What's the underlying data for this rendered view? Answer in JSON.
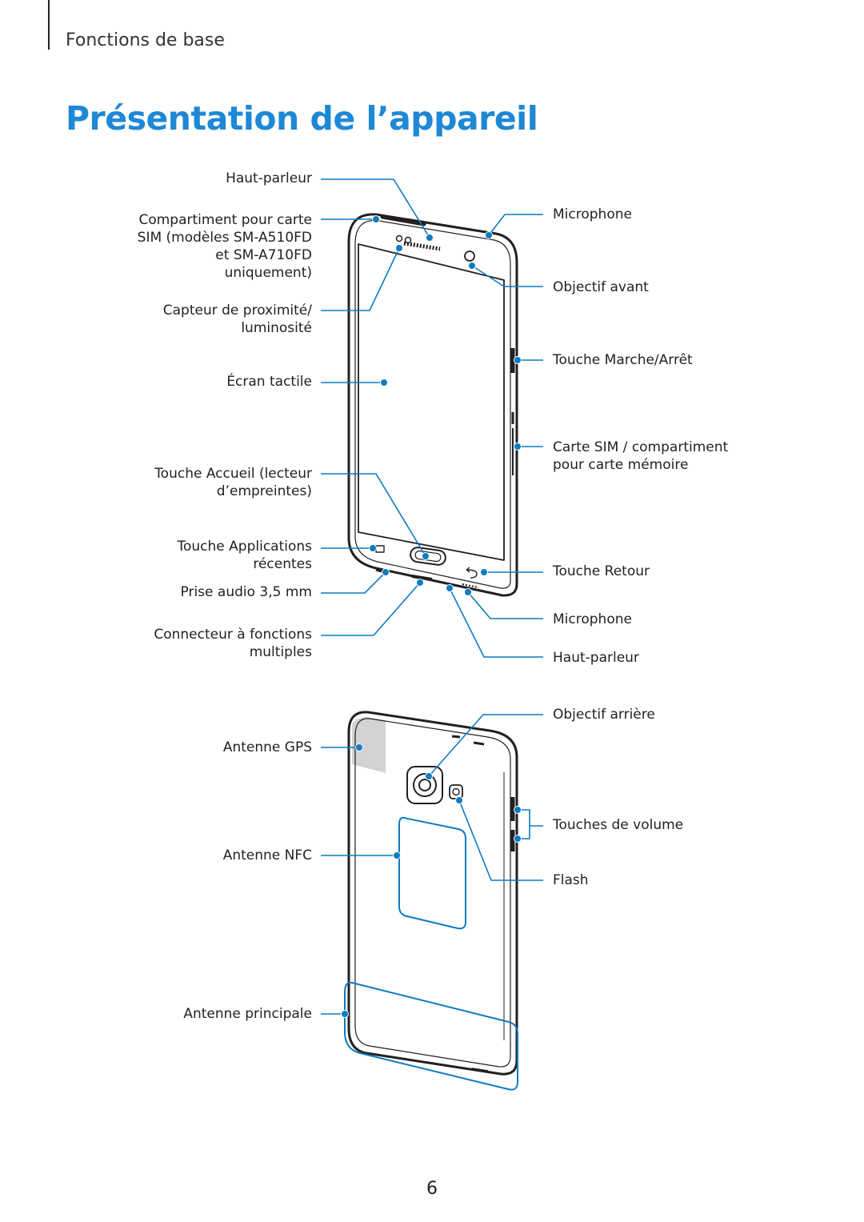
{
  "header": {
    "section": "Fonctions de base"
  },
  "title": "Présentation de l’appareil",
  "front_labels": {
    "speaker_top": "Haut-parleur",
    "sim_tray_l1": "Compartiment pour carte",
    "sim_tray_l2": "SIM (modèles SM-A510FD",
    "sim_tray_l3": "et SM-A710FD",
    "sim_tray_l4": "uniquement)",
    "proximity_l1": "Capteur de proximité/",
    "proximity_l2": "luminosité",
    "touchscreen": "Écran tactile",
    "home_l1": "Touche Accueil (lecteur",
    "home_l2": "d’empreintes)",
    "recent_l1": "Touche Applications",
    "recent_l2": "récentes",
    "audio_jack": "Prise audio 3,5 mm",
    "multi_l1": "Connecteur à fonctions",
    "multi_l2": "multiples",
    "mic_top": "Microphone",
    "front_camera": "Objectif avant",
    "power_key": "Touche Marche/Arrêt",
    "sim_card_l1": "Carte SIM / compartiment",
    "sim_card_l2": "pour carte mémoire",
    "back_key": "Touche Retour",
    "mic_bottom": "Microphone",
    "speaker_bottom": "Haut-parleur"
  },
  "back_labels": {
    "gps": "Antenne GPS",
    "nfc": "Antenne NFC",
    "main_antenna": "Antenne principale",
    "rear_camera": "Objectif arrière",
    "volume": "Touches de volume",
    "flash": "Flash"
  },
  "page_number": "6",
  "colors": {
    "accent": "#1e88d6",
    "line": "#231f20",
    "callout": "#0c7bc2",
    "gps_area": "#d1d3d4"
  }
}
